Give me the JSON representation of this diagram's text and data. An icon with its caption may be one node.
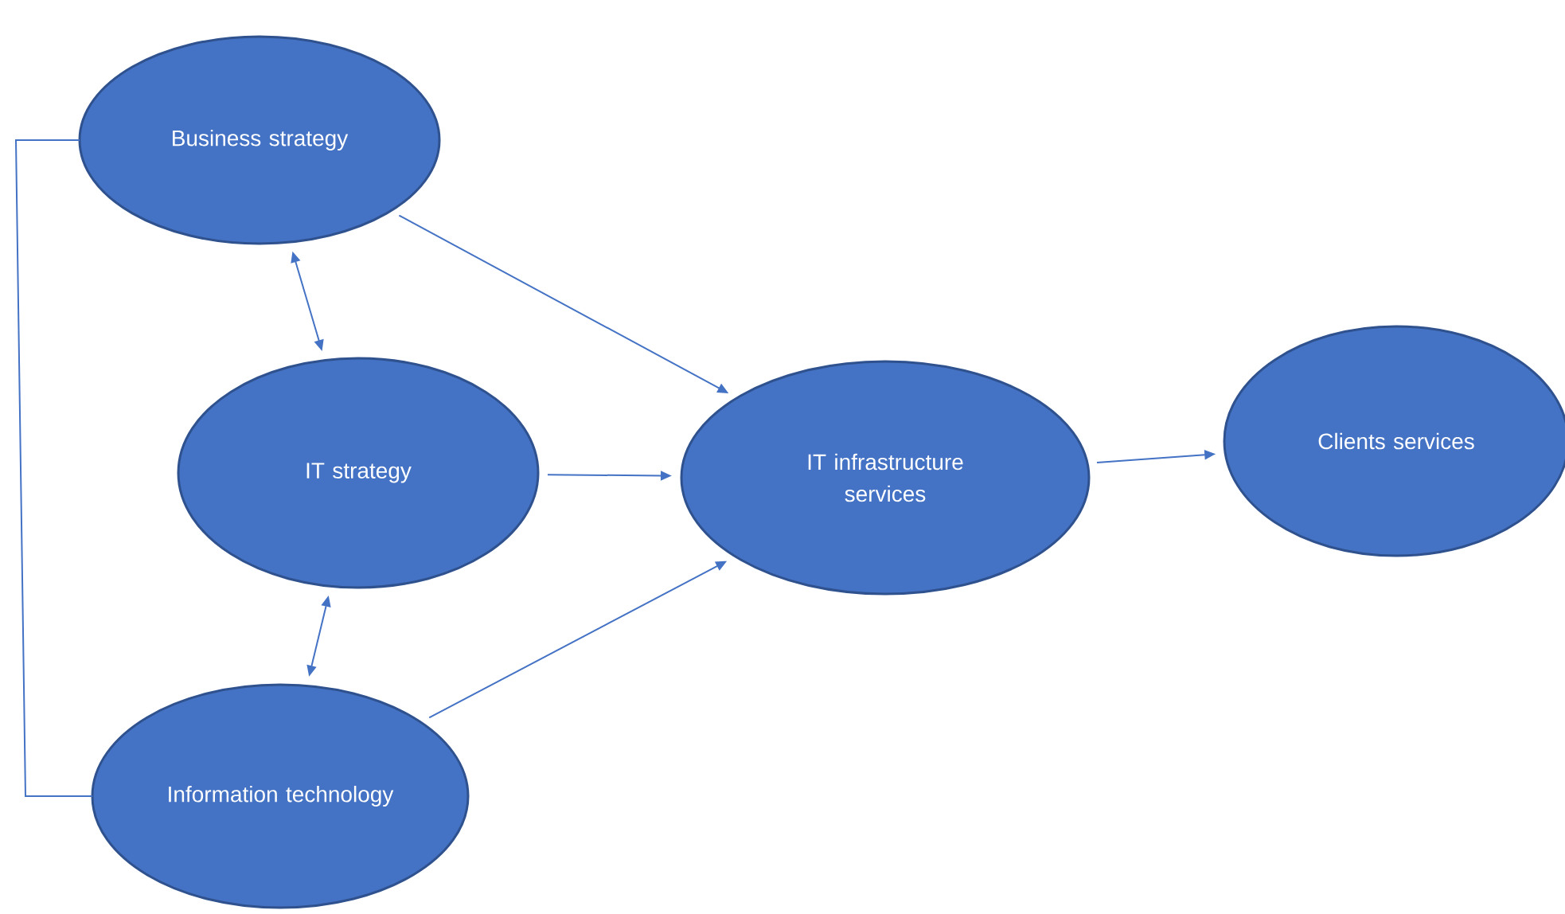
{
  "diagram": {
    "nodes": [
      {
        "text": [
          "Business strategy"
        ]
      },
      {
        "text": [
          "IT strategy"
        ]
      },
      {
        "text": [
          "IT infrastructure services"
        ]
      },
      {
        "text": [
          "Clients services"
        ]
      },
      {
        "text": [
          "Information technology"
        ]
      }
    ],
    "edges": [
      {
        "from": 0,
        "to": 1,
        "arrow": "both"
      },
      {
        "from": 1,
        "to": 4,
        "arrow": "both"
      },
      {
        "from": 0,
        "to": 2,
        "arrow": "to"
      },
      {
        "from": 1,
        "to": 2,
        "arrow": "to"
      },
      {
        "from": 4,
        "to": 2,
        "arrow": "to"
      },
      {
        "from": 2,
        "to": 3,
        "arrow": "to"
      },
      {
        "from": 0,
        "to": 4,
        "arrow": "none"
      }
    ]
  }
}
